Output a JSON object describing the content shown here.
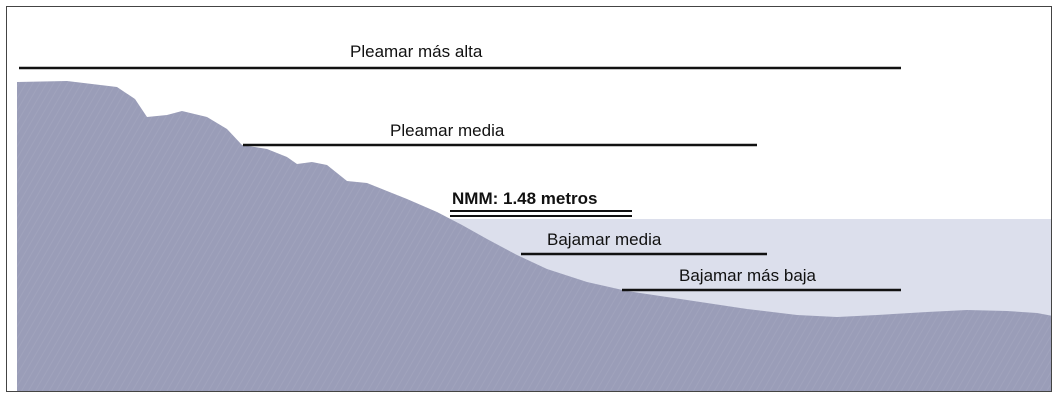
{
  "diagram": {
    "labels": {
      "pleamar_mas_alta": "Pleamar más alta",
      "pleamar_media": "Pleamar media",
      "nmm": "NMM: 1.48 metros",
      "bajamar_media": "Bajamar media",
      "bajamar_mas_baja": "Bajamar más baja"
    },
    "colors": {
      "land": "#9a9db8",
      "land_shadow": "#8a8ca8",
      "water": "#dcdfec",
      "line": "#111111",
      "background": "#ffffff",
      "frame": "#444444"
    }
  }
}
